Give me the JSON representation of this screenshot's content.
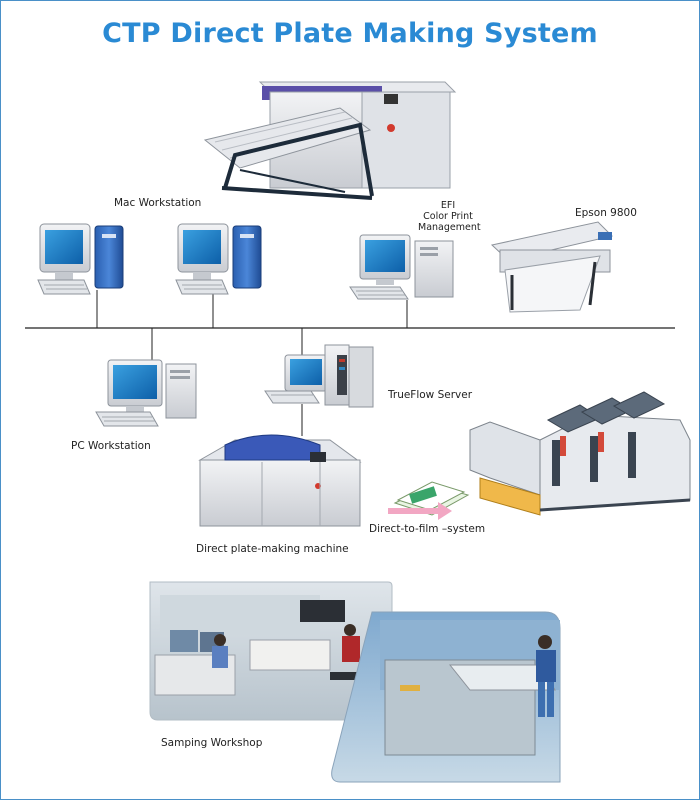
{
  "title": "CTP Direct Plate Making System",
  "labels": {
    "mac_workstation": "Mac Workstation",
    "efi_line1": "EFI",
    "efi_line2": "Color Print",
    "efi_line3": "Management",
    "epson": "Epson 9800",
    "pc_workstation": "PC Workstation",
    "trueflow": "TrueFlow Server",
    "dtf": "Direct-to-film –system",
    "plate_machine": "Direct plate-making machine",
    "workshop": "Samping Workshop"
  },
  "colors": {
    "title": "#2a8ad4",
    "frame": "#4a90c8",
    "network": "#222222",
    "arrow": "#f2a7c3"
  }
}
